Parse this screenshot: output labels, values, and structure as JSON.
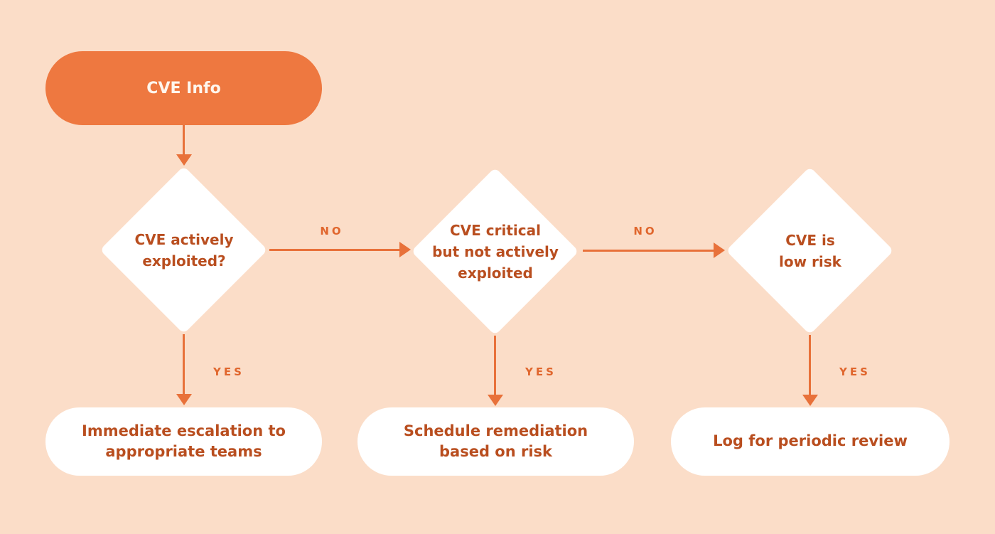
{
  "diagram": {
    "type": "flowchart",
    "colors": {
      "background": "#FBDDC8",
      "start_node_fill": "#EE7840",
      "start_node_text": "#FEF6EE",
      "node_fill": "#FFFFFF",
      "node_text": "#B94E1F",
      "arrow": "#E8713A",
      "edge_label_text": "#E0662D"
    },
    "nodes": {
      "start": {
        "type": "start",
        "label": "CVE Info"
      },
      "decision1": {
        "type": "decision",
        "label": "CVE actively\nexploited?"
      },
      "decision2": {
        "type": "decision",
        "label": "CVE critical\nbut not actively\nexploited"
      },
      "decision3": {
        "type": "decision",
        "label": "CVE is\nlow risk"
      },
      "outcome1": {
        "type": "outcome",
        "label": "Immediate escalation to\nappropriate teams"
      },
      "outcome2": {
        "type": "outcome",
        "label": "Schedule remediation\nbased on risk"
      },
      "outcome3": {
        "type": "outcome",
        "label": "Log for periodic review"
      }
    },
    "edges": [
      {
        "from": "start",
        "to": "decision1",
        "label": ""
      },
      {
        "from": "decision1",
        "to": "decision2",
        "label": "NO"
      },
      {
        "from": "decision2",
        "to": "decision3",
        "label": "NO"
      },
      {
        "from": "decision1",
        "to": "outcome1",
        "label": "YES"
      },
      {
        "from": "decision2",
        "to": "outcome2",
        "label": "YES"
      },
      {
        "from": "decision3",
        "to": "outcome3",
        "label": "YES"
      }
    ]
  }
}
